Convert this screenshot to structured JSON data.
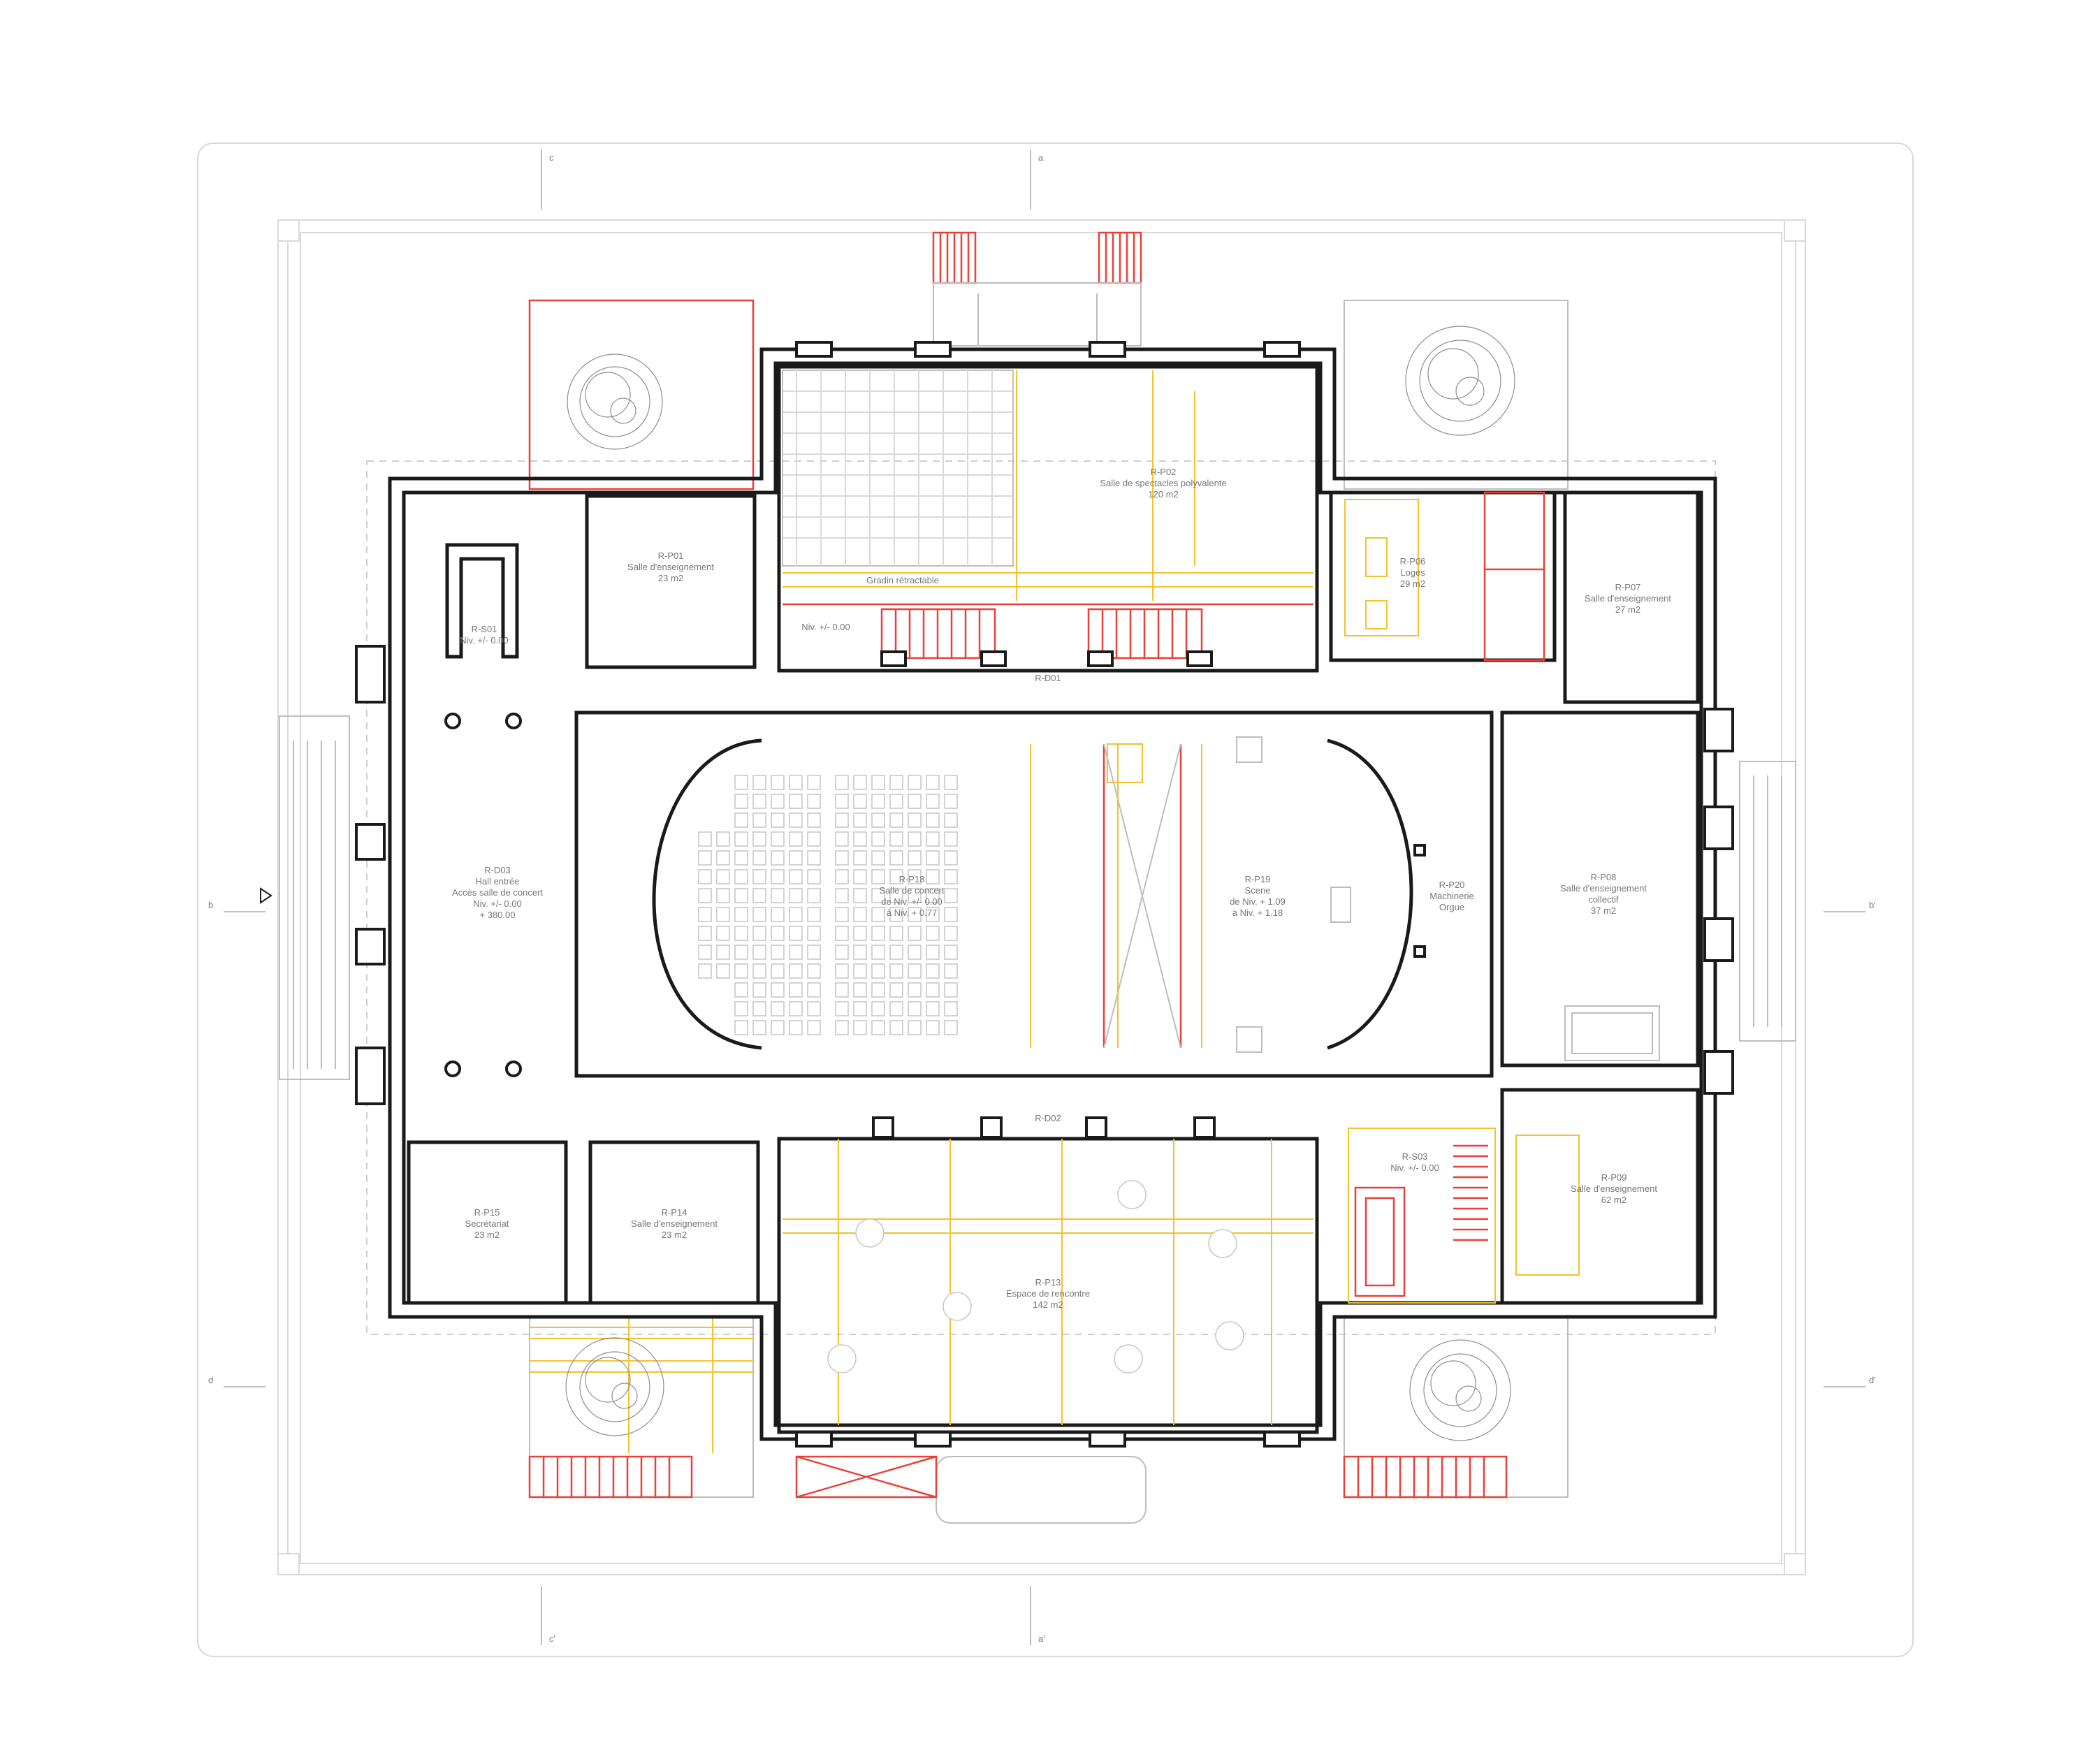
{
  "colors": {
    "wall": "#1a1a1a",
    "new_red": "#e8413a",
    "new_yellow": "#f2c230",
    "trace": "#bdbdbd"
  },
  "section_markers": {
    "a_top": "a",
    "a_bottom": "a'",
    "b_left": "b",
    "b_right": "b'",
    "c_top": "c",
    "c_bottom": "c'",
    "d_left": "d",
    "d_right": "d'"
  },
  "rooms": {
    "p01": {
      "code": "R-P01",
      "name": "Salle d'enseignement",
      "area": "23 m2"
    },
    "p02": {
      "code": "R-P02",
      "name": "Salle de spectacles polyvalente",
      "area": "120 m2"
    },
    "gradin": "Gradin rétractable",
    "niv_p02": "Niv. +/- 0.00",
    "p06": {
      "code": "R-P06",
      "name": "Loges",
      "area": "29 m2"
    },
    "p07": {
      "code": "R-P07",
      "name": "Salle d'enseignement",
      "area": "27 m2"
    },
    "s01": {
      "code": "R-S01",
      "level": "Niv. +/- 0.00"
    },
    "d01": "R-D01",
    "d03": {
      "code": "R-D03",
      "l1": "Hall entrée",
      "l2": "Accès salle de concert",
      "l3": "Niv. +/- 0.00",
      "l4": "+ 380.00"
    },
    "p18": {
      "code": "R-P18",
      "l1": "Salle de concert",
      "l2": "de Niv. +/- 0.00",
      "l3": "à Niv. + 0.77"
    },
    "p19": {
      "code": "R-P19",
      "l1": "Scene",
      "l2": "de Niv. + 1.09",
      "l3": "à Niv. + 1.18"
    },
    "p20": {
      "code": "R-P20",
      "l1": "Machinerie",
      "l2": "Orgue"
    },
    "p08": {
      "code": "R-P08",
      "l1": "Salle d'enseignement",
      "l2": "collectif",
      "area": "37 m2"
    },
    "d02": "R-D02",
    "s03": {
      "code": "R-S03",
      "level": "Niv. +/- 0.00"
    },
    "p09": {
      "code": "R-P09",
      "name": "Salle d'enseignement",
      "area": "62 m2"
    },
    "p15": {
      "code": "R-P15",
      "name": "Secrétariat",
      "area": "23 m2"
    },
    "p14": {
      "code": "R-P14",
      "name": "Salle d'enseignement",
      "area": "23 m2"
    },
    "p13": {
      "code": "R-P13",
      "name": "Espace de rencontre",
      "area": "142 m2"
    }
  }
}
